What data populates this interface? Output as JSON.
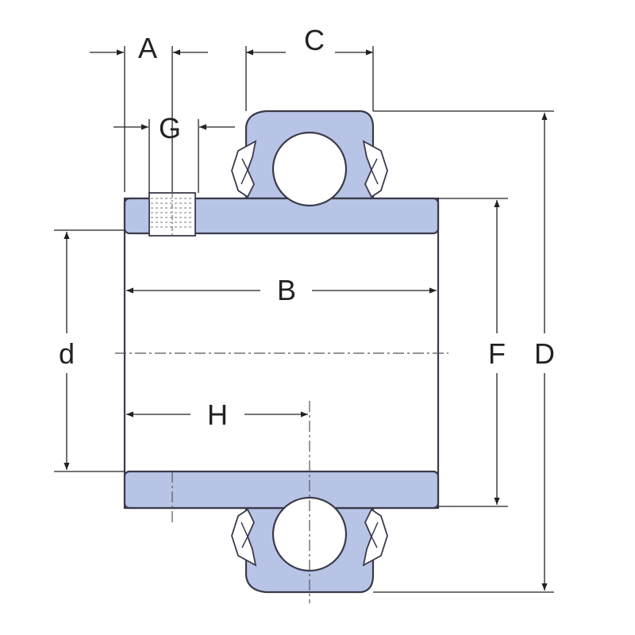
{
  "drawing": {
    "fill_color": "#b8c4e6",
    "labels": {
      "A": "A",
      "C": "C",
      "G": "G",
      "B": "B",
      "d": "d",
      "F": "F",
      "D": "D",
      "H": "H"
    }
  }
}
